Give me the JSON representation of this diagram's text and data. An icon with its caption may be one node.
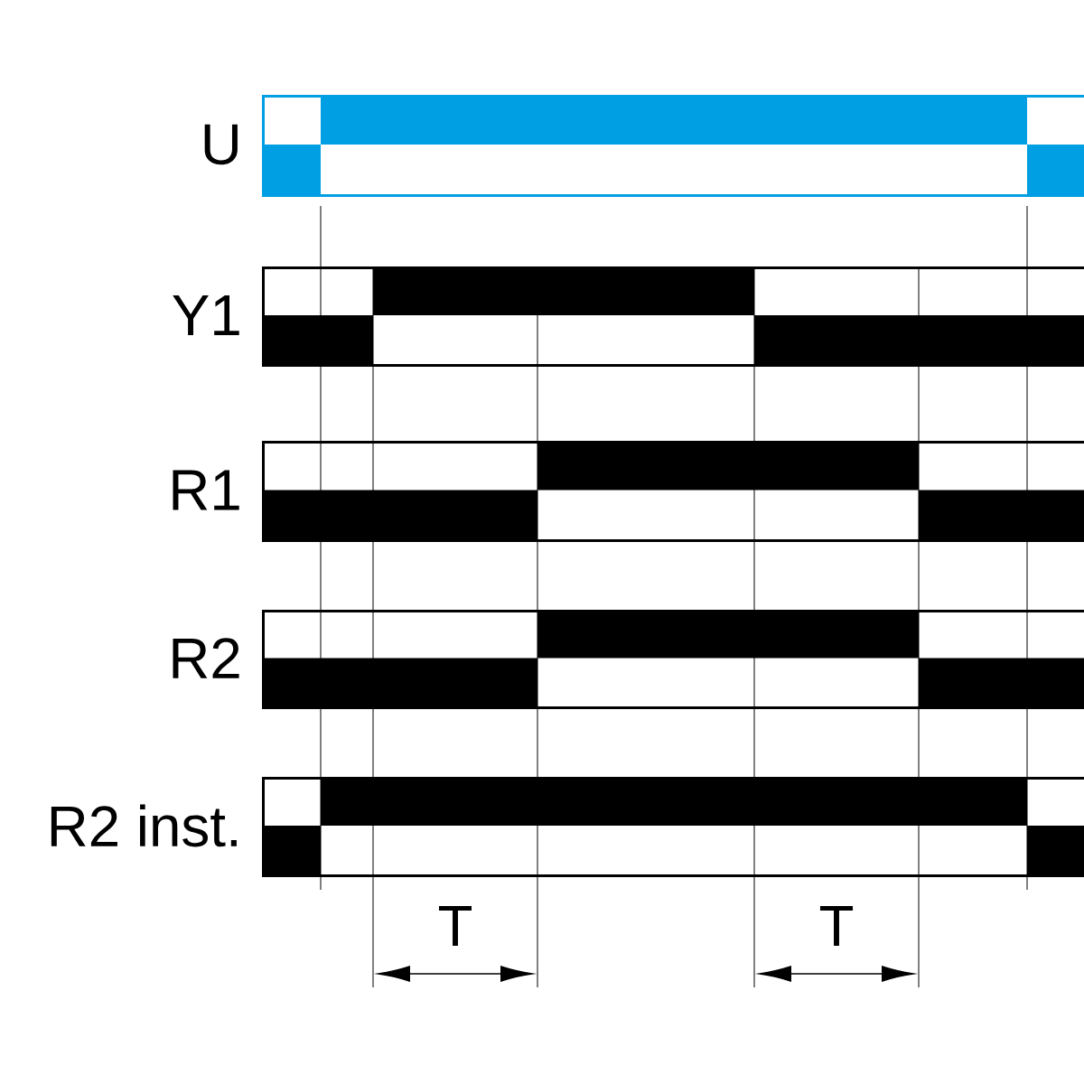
{
  "diagram": {
    "nodes": [
      {
        "text": [
          "U"
        ]
      },
      {
        "text": [
          "Y1"
        ]
      },
      {
        "text": [
          "R1"
        ]
      },
      {
        "text": [
          "R2"
        ]
      },
      {
        "text": [
          "R2 inst."
        ]
      }
    ],
    "labels": [
      "T",
      "T"
    ]
  }
}
